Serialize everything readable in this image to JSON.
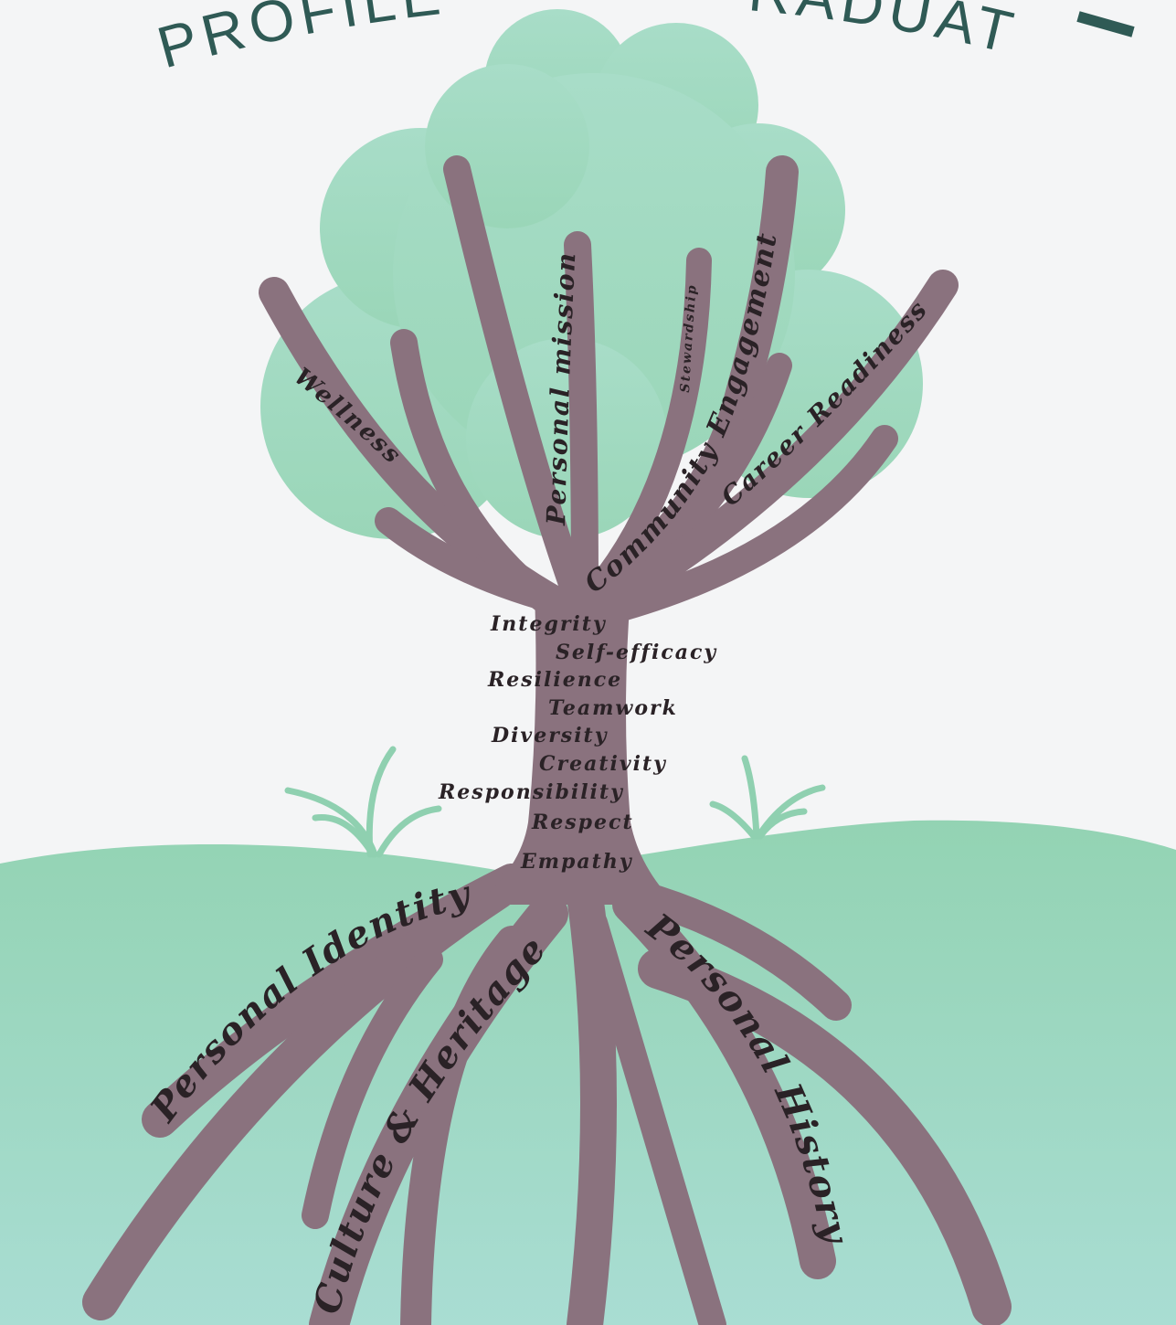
{
  "title": {
    "left": "PROFILE",
    "right": "RADUATE"
  },
  "branches": {
    "wellness": "Wellness",
    "personal_mission": "Personal mission",
    "stewardship": "Stewardship",
    "community_engagement": "Community Engagement",
    "career_readiness": "Career Readiness"
  },
  "trunk_values": [
    "Integrity",
    "Self-efficacy",
    "Resilience",
    "Teamwork",
    "Diversity",
    "Creativity",
    "Responsibility",
    "Respect",
    "Empathy"
  ],
  "roots": {
    "personal_identity": "Personal Identity",
    "culture_heritage": "Culture & Heritage",
    "personal_history": "Personal History"
  },
  "colors": {
    "background": "#f4f5f6",
    "canopy": "#a5dcc2",
    "ground": "#8fd0b0",
    "tree": "#8a727e",
    "title": "#2f5a55",
    "text": "#2a2226"
  }
}
